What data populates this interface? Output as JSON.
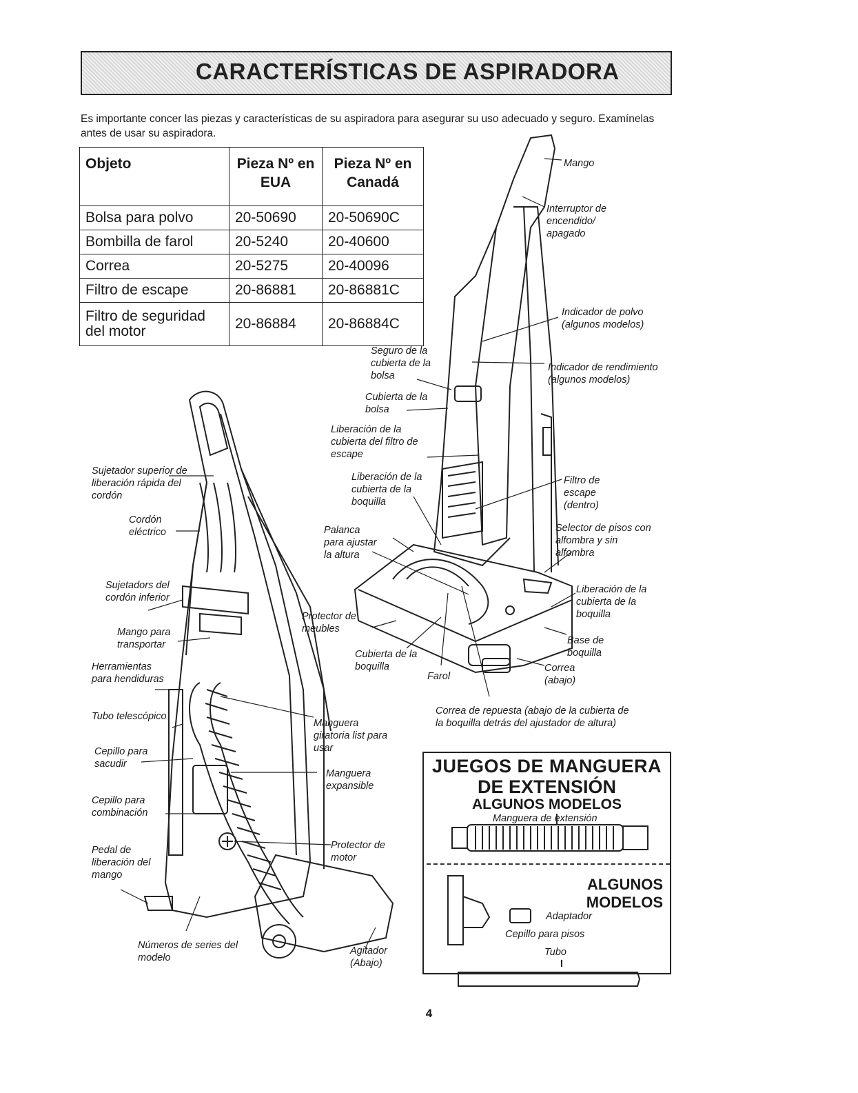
{
  "title": "CARACTERÍSTICAS DE ASPIRADORA",
  "intro": "Es importante concer las piezas y características de su aspiradora para asegurar su uso adecuado y seguro. Examínelas antes de usar su aspiradora.",
  "table": {
    "headers": [
      "Objeto",
      "Pieza Nº en EUA",
      "Pieza Nº en Canadá"
    ],
    "rows": [
      [
        "Bolsa para polvo",
        "20-50690",
        "20-50690C"
      ],
      [
        "Bombilla de farol",
        "20-5240",
        "20-40600"
      ],
      [
        "Correa",
        "20-5275",
        "20-40096"
      ],
      [
        "Filtro de escape",
        "20-86881",
        "20-86881C"
      ],
      [
        "Filtro de seguridad del motor",
        "20-86884",
        "20-86884C"
      ]
    ]
  },
  "labels": {
    "mango": "Mango",
    "interruptor": "Interruptor de encendido/ apagado",
    "indicador_polvo": "Indicador de polvo (algunos modelos)",
    "indicador_rendimiento": "Indicador de rendimiento (algunos modelos)",
    "seguro_cubierta": "Seguro de la cubierta de la bolsa",
    "cubierta_bolsa": "Cubierta de la bolsa",
    "liberacion_filtro": "Liberación de la cubierta del filtro de escape",
    "liberacion_boquilla": "Liberación de la cubierta de la boquilla",
    "filtro_escape": "Filtro de escape (dentro)",
    "selector_pisos": "Selector de pisos con alfombra y sin alfombra",
    "palanca": "Palanca para ajustar la altura",
    "liberacion_boquilla_der": "Liberación de la cubierta de la boquilla",
    "protector_muebles": "Protector de meubles",
    "base_boquilla": "Base de boquilla",
    "cubierta_boquilla": "Cubierta de la boquilla",
    "farol": "Farol",
    "correa": "Correa (abajo)",
    "correa_repuesta": "Correa de repuesta (abajo de la cubierta de la boquilla detrás del ajustador de altura)",
    "sujetador_superior": "Sujetador superior de liberación rápida del cordón",
    "cordon": "Cordón eléctrico",
    "sujetadors_inferior": "Sujetadors del cordón inferior",
    "mango_transportar": "Mango para transportar",
    "herramientas": "Herramientas para hendiduras",
    "tubo_telescopico": "Tubo telescópico",
    "cepillo_sacudir": "Cepillo para sacudir",
    "cepillo_combinacion": "Cepillo para combinación",
    "pedal": "Pedal de liberación del mango",
    "numeros_serie": "Números de series del modelo",
    "manguera_giratoria": "Manguera giratoria list para usar",
    "manguera_expansible": "Manguera expansible",
    "protector_motor": "Protector de motor",
    "agitador": "Agitador (Abajo)"
  },
  "juegos": {
    "title1": "JUEGOS DE MANGUERA",
    "title2": "DE EXTENSIÓN",
    "title3": "ALGUNOS MODELOS",
    "manguera_extension": "Manguera de extensión",
    "algunos1": "ALGUNOS",
    "algunos2": "MODELOS",
    "adaptador": "Adaptador",
    "cepillo_pisos": "Cepillo para pisos",
    "tubo": "Tubo"
  },
  "page_number": "4"
}
